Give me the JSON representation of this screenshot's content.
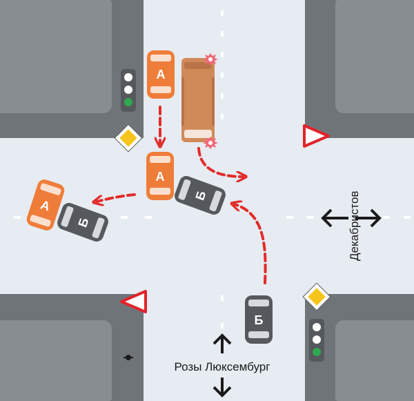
{
  "streets": {
    "horizontal": "Декабристов",
    "vertical": "Розы Люксембург"
  },
  "vehicles": {
    "car_a_label": "А",
    "car_b_label": "Б"
  },
  "signs": {
    "main_road": "main-road-sign",
    "give_way": "give-way-sign"
  },
  "traffic_lights": {
    "active_signal": "green"
  },
  "colors": {
    "road": "#e6ecf1",
    "block": "#6f7478",
    "block_inner": "#888d91",
    "car_a": "#ef7d3a",
    "car_b": "#55585c",
    "bus": "#d08a5a",
    "arrow": "#e32b2b",
    "give_way_border": "#e2232a",
    "main_road_fill": "#f5c51c",
    "signal_green": "#2fa84f"
  }
}
